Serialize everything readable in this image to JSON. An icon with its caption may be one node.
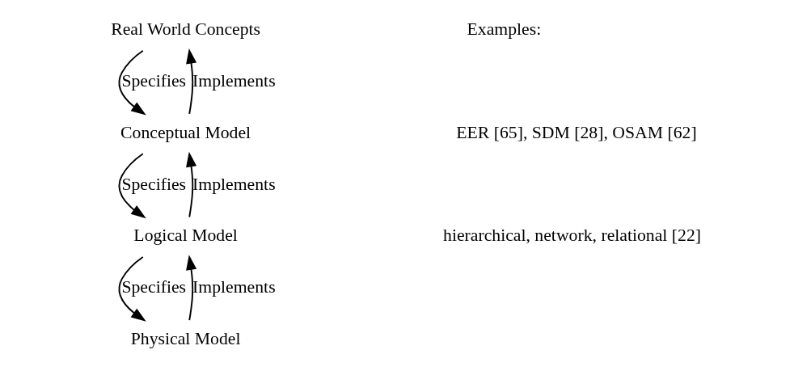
{
  "diagram": {
    "nodes": [
      {
        "text": [
          "Real World Concepts"
        ]
      },
      {
        "text": [
          "Conceptual Model"
        ]
      },
      {
        "text": [
          "Logical Model"
        ]
      },
      {
        "text": [
          "Physical Model"
        ]
      }
    ],
    "edges": [
      {
        "from": 0,
        "to": 1,
        "arrow": "to",
        "label": "Specifies"
      },
      {
        "from": 1,
        "to": 0,
        "arrow": "to",
        "label": "Implements"
      },
      {
        "from": 1,
        "to": 2,
        "arrow": "to",
        "label": "Specifies"
      },
      {
        "from": 2,
        "to": 1,
        "arrow": "to",
        "label": "Implements"
      },
      {
        "from": 2,
        "to": 3,
        "arrow": "to",
        "label": "Specifies"
      },
      {
        "from": 3,
        "to": 2,
        "arrow": "to",
        "label": "Implements"
      }
    ],
    "labels": [
      "Examples:",
      "EER [65], SDM [28], OSAM [62]",
      "hierarchical, network, relational [22]"
    ]
  }
}
